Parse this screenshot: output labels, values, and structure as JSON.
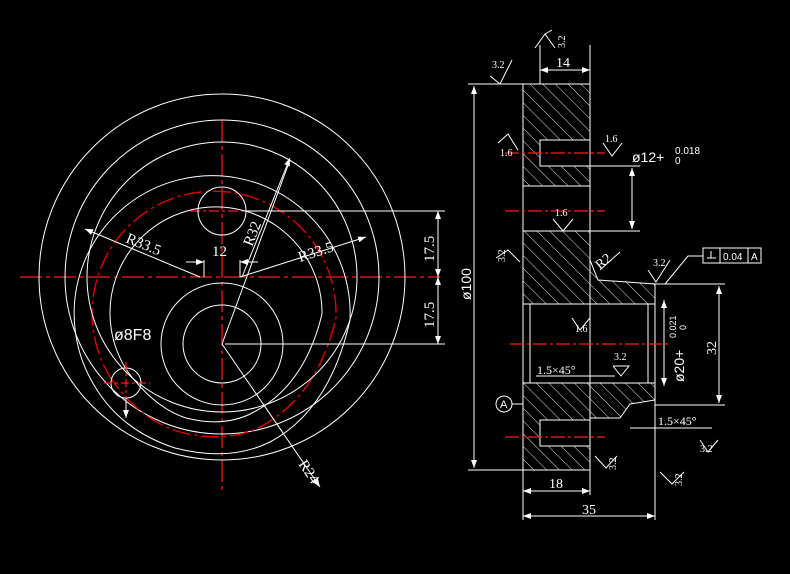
{
  "colors": {
    "background": "#000000",
    "line": "#ffffff",
    "centerline": "#e00000"
  },
  "front_view": {
    "r1": "R33.5",
    "r2": "R33.5",
    "r32": "R32",
    "r24": "R24",
    "width_12": "12",
    "hole": "ø8F8",
    "d175a": "17.5",
    "d175b": "17.5"
  },
  "section_view": {
    "r32a": "3.2",
    "r32b": "3.2",
    "r32c": "3.2",
    "r32d": "3.2",
    "r32e": "3.2",
    "r32f": "3.2",
    "r32g": "3.2",
    "r32h": "3.2",
    "r16a": "1.6",
    "r16b": "1.6",
    "r16c": "1.6",
    "r16d": "1.6",
    "d14": "14",
    "d18": "18",
    "d35": "35",
    "d32": "32",
    "d100": "ø100",
    "d12tol": "ø12+",
    "d12up": "0.018",
    "d12lo": "0",
    "d20tol": "ø20+",
    "d20up": "0.021",
    "d20lo": "0",
    "r2": "R2",
    "chamfer1": "1.5×45°",
    "chamfer2": "1.5×45°",
    "datum": "A",
    "gdt_value": "0.04",
    "gdt_datum": "A"
  }
}
